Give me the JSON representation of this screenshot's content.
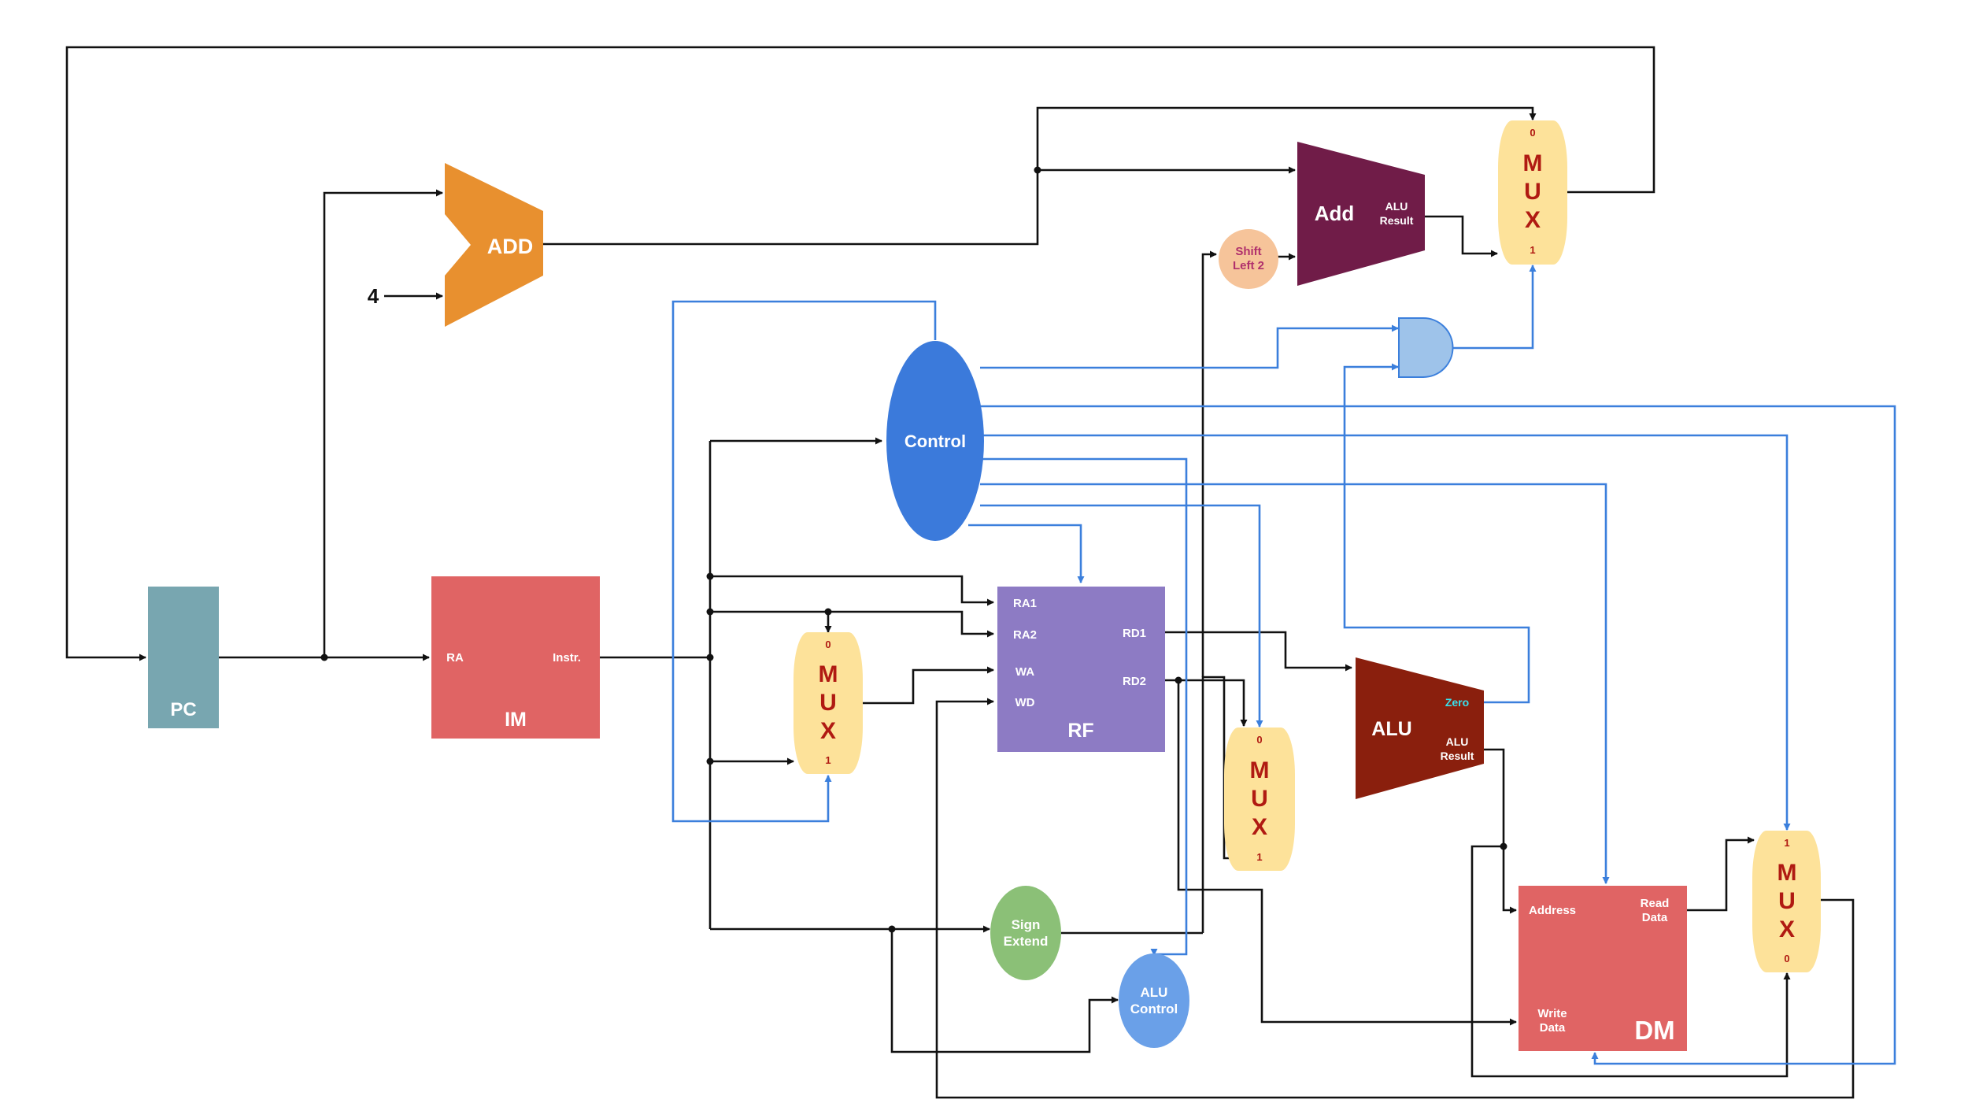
{
  "colors": {
    "pc": "#78a6b0",
    "im": "#e06464",
    "rf": "#8d7bc4",
    "dm": "#e06464",
    "add_pc": "#e8902f",
    "add_branch": "#701c48",
    "alu": "#8a1f0d",
    "mux": "#fde29a",
    "mux_text": "#b01a12",
    "control": "#3b7adb",
    "alu_control": "#6aa0e8",
    "sign_extend": "#8bc077",
    "shift_left": "#f6c49a",
    "shift_left_text": "#b0306c",
    "and_gate": "#9ec3ea",
    "zero_text": "#38e0ec",
    "wire_black": "#111111",
    "wire_blue": "#3b7fdc"
  },
  "pc": {
    "label": "PC"
  },
  "const4": {
    "label": "4"
  },
  "adder_pc": {
    "label": "ADD"
  },
  "im": {
    "label": "IM",
    "port_ra": "RA",
    "port_instr": "Instr."
  },
  "control": {
    "label": "Control"
  },
  "rf": {
    "label": "RF",
    "ra1": "RA1",
    "ra2": "RA2",
    "wa": "WA",
    "wd": "WD",
    "rd1": "RD1",
    "rd2": "RD2"
  },
  "adder_branch": {
    "label": "Add",
    "result_l1": "ALU",
    "result_l2": "Result"
  },
  "shift_left": {
    "l1": "Shift",
    "l2": "Left 2"
  },
  "sign_extend": {
    "l1": "Sign",
    "l2": "Extend"
  },
  "alu_control": {
    "l1": "ALU",
    "l2": "Control"
  },
  "alu": {
    "label": "ALU",
    "zero": "Zero",
    "result_l1": "ALU",
    "result_l2": "Result"
  },
  "dm": {
    "label": "DM",
    "address": "Address",
    "read_l1": "Read",
    "read_l2": "Data",
    "write_l1": "Write",
    "write_l2": "Data"
  },
  "mux_letters": [
    "M",
    "U",
    "X"
  ],
  "mux_pc": {
    "top": "0",
    "bottom": "1"
  },
  "mux_rf": {
    "top": "0",
    "bottom": "1"
  },
  "mux_alu": {
    "top": "0",
    "bottom": "1"
  },
  "mux_wb": {
    "top": "1",
    "bottom": "0"
  }
}
